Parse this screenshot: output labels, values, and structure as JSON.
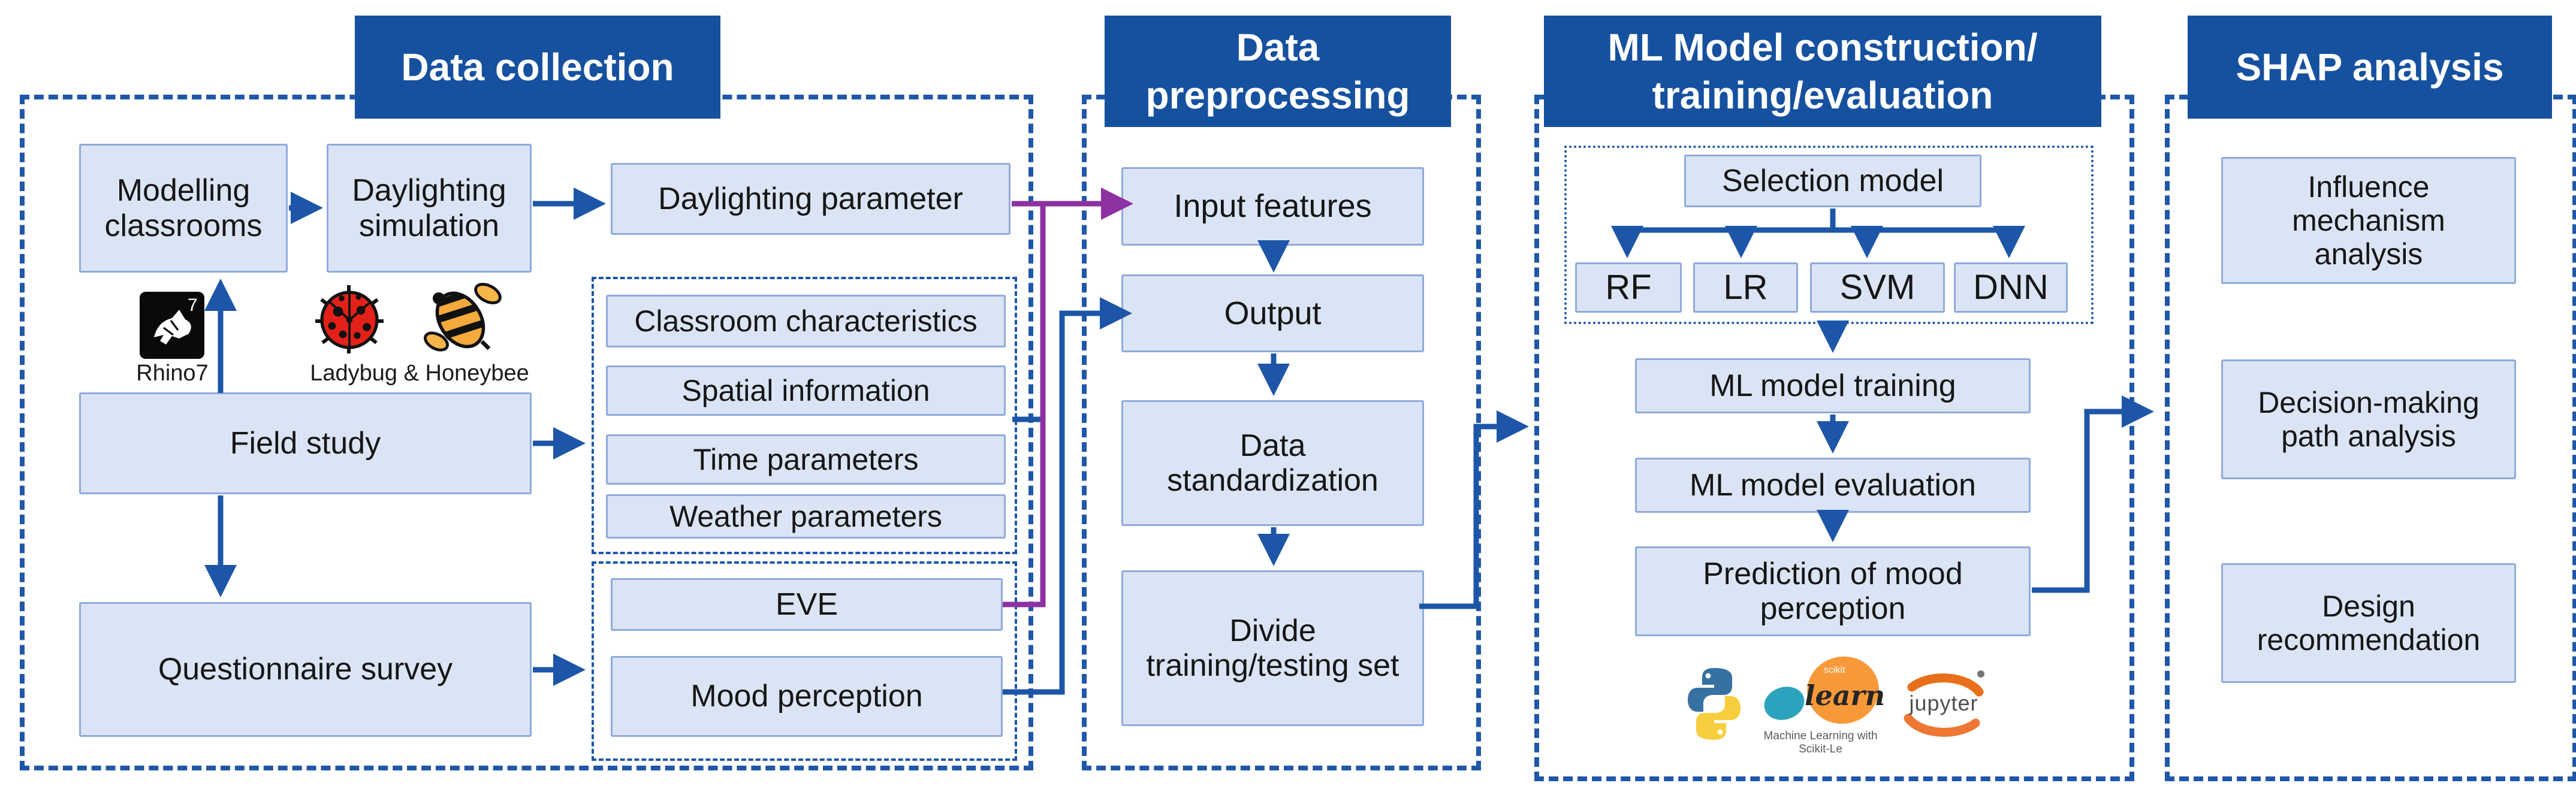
{
  "figure": {
    "sections": {
      "collection": {
        "title": "Data collection"
      },
      "preprocessing": {
        "title": "Data preprocessing"
      },
      "ml": {
        "title": "ML Model construction/ training/evaluation"
      },
      "shap": {
        "title": "SHAP analysis"
      }
    }
  },
  "collection": {
    "modelling_classrooms": "Modelling classrooms",
    "daylighting_simulation": "Daylighting simulation",
    "daylighting_parameter": "Daylighting parameter",
    "rhino_caption": "Rhino7",
    "rhino_seven": "7",
    "plugins_caption": "Ladybug & Honeybee",
    "field_study": "Field study",
    "params": [
      "Classroom characteristics",
      "Spatial information",
      "Time parameters",
      "Weather parameters"
    ],
    "questionnaire": "Questionnaire survey",
    "eve": "EVE",
    "mood": "Mood perception"
  },
  "preprocessing": {
    "input": "Input features",
    "output": "Output",
    "standardization": "Data standardization",
    "divide": "Divide training/testing set"
  },
  "ml": {
    "selection": "Selection model",
    "models": [
      "RF",
      "LR",
      "SVM",
      "DNN"
    ],
    "training": "ML model training",
    "evaluation": "ML model evaluation",
    "prediction": "Prediction of mood perception",
    "logos": {
      "python_icon": "python-icon",
      "scikit_small": "scikit",
      "scikit_word": "learn",
      "scikit_caption": "Machine Learning with Scikit-Le",
      "jupyter_word": "jupyter"
    }
  },
  "shap": {
    "influence": "Influence mechanism analysis",
    "decision": "Decision-making path analysis",
    "design": "Design recommendation"
  },
  "colors": {
    "header_bg": "#16519f",
    "box_fill": "#dbe4f4",
    "box_border": "#8faadc",
    "line_blue": "#1d56a8",
    "line_purple": "#8d31a3"
  }
}
